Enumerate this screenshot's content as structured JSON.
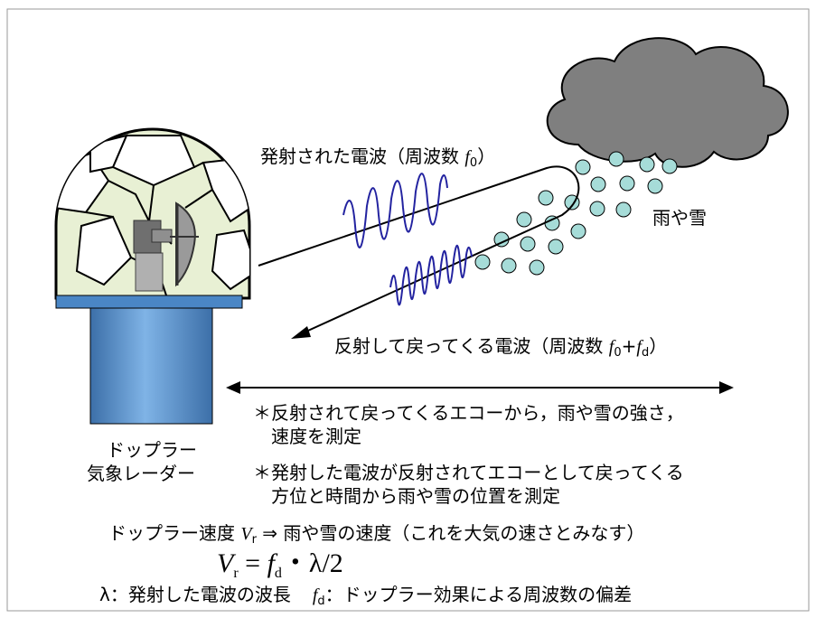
{
  "labels": {
    "emitted_wave": "発射された電波（周波数 ",
    "emitted_symbol": "f",
    "emitted_sub": "0",
    "emitted_close": "）",
    "rain_snow": "雨や雪",
    "reflected_wave": "反射して戻ってくる電波（周波数 ",
    "reflected_sym1": "f",
    "reflected_sub1": "0",
    "reflected_plus": "+",
    "reflected_sym2": "f",
    "reflected_sub2": "d",
    "reflected_close": "）",
    "radar_line1": "ドップラー",
    "radar_line2": "気象レーダー"
  },
  "notes": {
    "note1_line1": "＊反射されて戻ってくるエコーから，雨や雪の強さ，",
    "note1_line2": "速度を測定",
    "note2_line1": "＊発射した電波が反射されてエコーとして戻ってくる",
    "note2_line2": "方位と時間から雨や雪の位置を測定"
  },
  "bottom": {
    "velocity_prefix": "ドップラー速度 ",
    "velocity_symbol": "V",
    "velocity_sub": "r",
    "velocity_suffix": " ⇒ 雨や雪の速度（これを大気の速さとみなす）",
    "formula_v": "V",
    "formula_v_sub": "r",
    "formula_eq": " = ",
    "formula_f": "f",
    "formula_f_sub": "d",
    "formula_rest": "・λ/2",
    "legend_lambda": "λ：発射した電波の波長",
    "legend_f": "f",
    "legend_f_sub": "d",
    "legend_f_text": "：ドップラー効果による周波数の偏差"
  },
  "colors": {
    "dome_panel": "#e8f0d4",
    "pedestal": "#5b9bd5",
    "pedestal_top": "#4a86c5",
    "cloud": "#7f7f7f",
    "droplet": "#a6dcd8",
    "wave": "#2323a0"
  }
}
